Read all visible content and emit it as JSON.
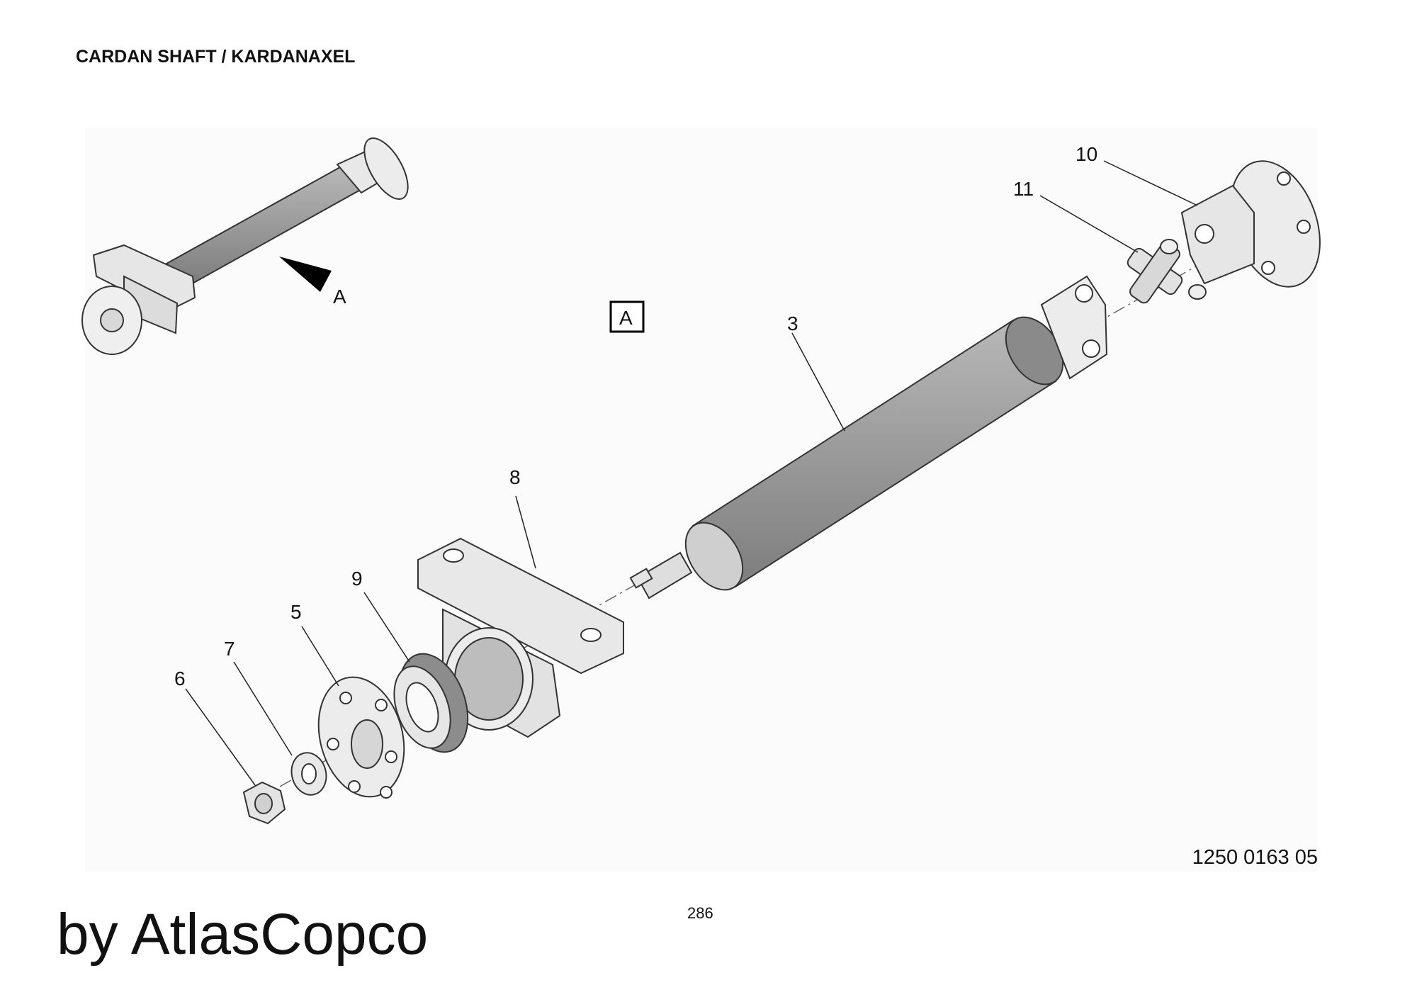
{
  "header": {
    "title": "CARDAN SHAFT / KARDANAXEL"
  },
  "view_marker": {
    "label": "A"
  },
  "overview": {
    "arrow_label": "A"
  },
  "callouts": {
    "c3": "3",
    "c5": "5",
    "c6": "6",
    "c7": "7",
    "c8": "8",
    "c9": "9",
    "c10": "10",
    "c11": "11"
  },
  "footer": {
    "drawing_ref": "1250 0163 05",
    "page_number": "286",
    "brand": "by AtlasCopco"
  },
  "colors": {
    "tube": "#9a9a9a",
    "part": "#e8e8e8",
    "outline": "#333333"
  }
}
